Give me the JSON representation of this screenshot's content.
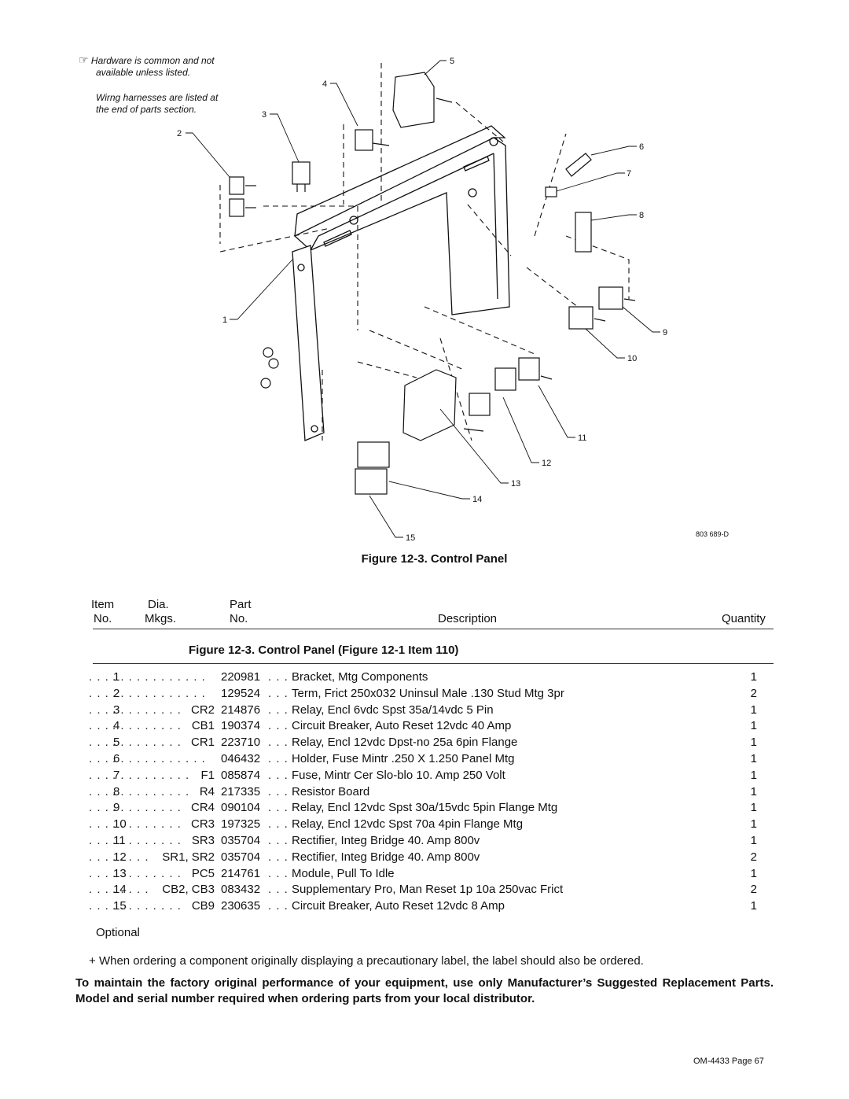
{
  "notes": {
    "hardware_line1": "Hardware is common and not",
    "hardware_line2": "available unless listed.",
    "wiring_line1": "Wirng harnesses are listed at",
    "wiring_line2": "the end of parts section."
  },
  "callouts": [
    "1",
    "2",
    "3",
    "4",
    "5",
    "6",
    "7",
    "8",
    "9",
    "10",
    "11",
    "12",
    "13",
    "14",
    "15"
  ],
  "drawing_number": "803 689-D",
  "figure_caption": "Figure 12-3. Control Panel",
  "table": {
    "headers": {
      "item_l1": "Item",
      "item_l2": "No.",
      "dia_l1": "Dia.",
      "dia_l2": "Mkgs.",
      "part_l1": "Part",
      "part_l2": "No.",
      "description": "Description",
      "quantity": "Quantity"
    },
    "section_title": "Figure 12-3. Control Panel (Figure 12-1 Item 110)",
    "rows": [
      {
        "item": "1",
        "dia": "",
        "part": "220981",
        "desc": "Bracket, Mtg Components",
        "qty": "1"
      },
      {
        "item": "2",
        "dia": "",
        "part": "129524",
        "desc": "Term, Frict 250x032 Uninsul Male .130 Stud Mtg 3pr",
        "qty": "2"
      },
      {
        "item": "3",
        "dia": "CR2",
        "part": "214876",
        "desc": "Relay, Encl 6vdc Spst 35a/14vdc 5 Pin",
        "qty": "1"
      },
      {
        "item": "4",
        "dia": "CB1",
        "part": "190374",
        "desc": "Circuit Breaker, Auto Reset 12vdc 40 Amp",
        "qty": "1"
      },
      {
        "item": "5",
        "dia": "CR1",
        "part": "223710",
        "desc": "Relay, Encl  12vdc Dpst-no 25a  6pin Flange",
        "qty": "1"
      },
      {
        "item": "6",
        "dia": "",
        "part": "046432",
        "desc": "Holder, Fuse Mintr .250 X 1.250 Panel Mtg",
        "qty": "1"
      },
      {
        "item": "7",
        "dia": "F1",
        "part": "085874",
        "desc": "Fuse, Mintr Cer Slo-blo 10. Amp 250 Volt",
        "qty": "1"
      },
      {
        "item": "8",
        "dia": "R4",
        "part": "217335",
        "desc": "Resistor Board",
        "qty": "1"
      },
      {
        "item": "9",
        "dia": "CR4",
        "part": "090104",
        "desc": "Relay, Encl 12vdc Spst 30a/15vdc 5pin Flange Mtg",
        "qty": "1"
      },
      {
        "item": "10",
        "dia": "CR3",
        "part": "197325",
        "desc": "Relay, Encl 12vdc Spst 70a 4pin Flange Mtg",
        "qty": "1"
      },
      {
        "item": "11",
        "dia": "SR3",
        "part": "035704",
        "desc": "Rectifier, Integ Bridge 40. Amp 800v",
        "qty": "1"
      },
      {
        "item": "12",
        "dia": "SR1, SR2",
        "part": "035704",
        "desc": "Rectifier, Integ Bridge 40. Amp 800v",
        "qty": "2"
      },
      {
        "item": "13",
        "dia": "PC5",
        "part": "214761",
        "desc": "Module, Pull To Idle",
        "qty": "1"
      },
      {
        "item": "14",
        "dia": "CB2, CB3",
        "part": "083432",
        "desc": "Supplementary Pro, Man Reset 1p 10a 250vac Frict",
        "qty": "2"
      },
      {
        "item": "15",
        "dia": "CB9",
        "part": "230635",
        "desc": "Circuit Breaker, Auto Reset 12vdc 8 Amp",
        "qty": "1"
      }
    ]
  },
  "optional_label": "Optional",
  "ordering_note_symbol": "+",
  "ordering_note": "When ordering a component originally displaying a precautionary label, the label should also be ordered.",
  "factory_note": "To maintain the factory original performance of your equipment, use only Manufacturer’s Suggested Replacement Parts. Model and serial number required when ordering parts from your local distributor.",
  "page_footer": "OM-4433 Page 67"
}
